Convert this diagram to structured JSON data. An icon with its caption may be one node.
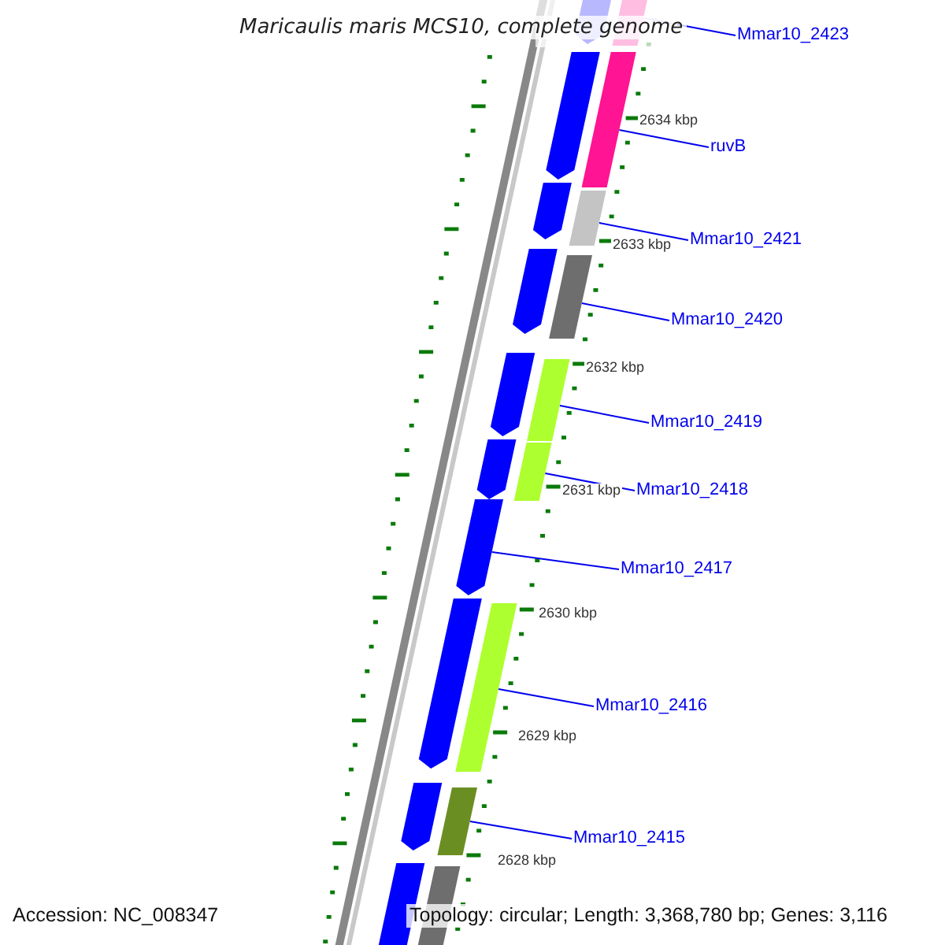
{
  "diagram": {
    "title": "Maricaulis maris MCS10, complete genome",
    "nodes": [
      {
        "text": [
          "Mmar10_2423"
        ]
      },
      {
        "text": [
          "ruvB"
        ]
      },
      {
        "text": [
          "Mmar10_2421"
        ]
      },
      {
        "text": [
          "Mmar10_2420"
        ]
      },
      {
        "text": [
          "Mmar10_2419"
        ]
      },
      {
        "text": [
          "Mmar10_2418"
        ]
      },
      {
        "text": [
          "Mmar10_2417"
        ]
      },
      {
        "text": [
          "Mmar10_2416"
        ]
      },
      {
        "text": [
          "Mmar10_2415"
        ]
      },
      {
        "text": [],
        "shape": "bar"
      },
      {
        "text": [],
        "shape": "bar"
      },
      {
        "text": [],
        "shape": "bar"
      },
      {
        "text": [],
        "shape": "bar"
      },
      {
        "text": [],
        "shape": "bar"
      },
      {
        "text": [],
        "shape": "bar"
      },
      {
        "text": [],
        "shape": "bar"
      },
      {
        "text": [],
        "shape": "bar"
      },
      {
        "text": [],
        "shape": "bar"
      },
      {
        "text": [],
        "shape": "bar"
      },
      {
        "text": [],
        "shape": "bar"
      },
      {
        "text": [],
        "shape": "bar"
      },
      {
        "text": [],
        "shape": "bar"
      },
      {
        "text": [],
        "shape": "bar"
      },
      {
        "text": [],
        "shape": "bar"
      },
      {
        "text": [],
        "shape": "bar"
      },
      {
        "text": [],
        "shape": "bar"
      },
      {
        "text": [],
        "shape": "bar"
      },
      {
        "text": [],
        "shape": "bar"
      }
    ],
    "edges": [
      {
        "from": 0,
        "to": 9,
        "arrow": "none"
      },
      {
        "from": 1,
        "to": 10,
        "arrow": "none"
      },
      {
        "from": 2,
        "to": 11,
        "arrow": "none"
      },
      {
        "from": 3,
        "to": 12,
        "arrow": "none"
      },
      {
        "from": 4,
        "to": 13,
        "arrow": "none"
      },
      {
        "from": 5,
        "to": 14,
        "arrow": "none"
      },
      {
        "from": 6,
        "to": 15,
        "arrow": "none"
      },
      {
        "from": 7,
        "to": 16,
        "arrow": "none"
      },
      {
        "from": 8,
        "to": 17,
        "arrow": "none"
      }
    ],
    "labels": [
      "2634 kbp",
      "2633 kbp",
      "2632 kbp",
      "2631 kbp",
      "2630 kbp",
      "2629 kbp",
      "2628 kbp",
      "Accession: NC_008347",
      "Topology: circular; Length: 3,368,780 bp; Genes: 3,116"
    ]
  }
}
